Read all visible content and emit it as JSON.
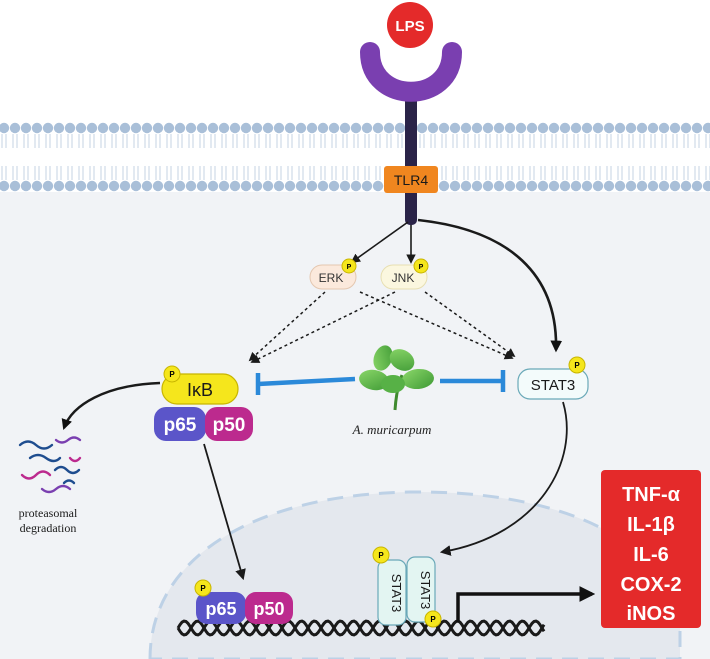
{
  "ligand": {
    "label": "LPS"
  },
  "receptor": {
    "label": "TLR4"
  },
  "kinases": [
    {
      "label": "ERK"
    },
    {
      "label": "JNK"
    }
  ],
  "phospho_label": "P",
  "ikb_complex": {
    "ikb": "IκB",
    "p65": "p65",
    "p50": "p50"
  },
  "nuclear_dimer": {
    "p65": "p65",
    "p50": "p50"
  },
  "stat3": {
    "cytoplasmic": "STAT3",
    "dimer_left": "STAT3",
    "dimer_right": "STAT3"
  },
  "inhibitor": {
    "label": "A. muricarpum"
  },
  "degradation": {
    "line1": "proteasomal",
    "line2": "degradation"
  },
  "cytokines": {
    "items": [
      "TNF-α",
      "IL-1β",
      "IL-6",
      "COX-2",
      "iNOS"
    ]
  },
  "colors": {
    "ligand": "#e42a2a",
    "receptor": "#7a3fb0",
    "tlr4": "#f0861f",
    "membrane": "#a9bfd8",
    "inhibition": "#2b89d9",
    "ikb": "#f5e61c",
    "p65": "#5b55c9",
    "p50": "#bc2a8e",
    "cytokine_box": "#e42a2a"
  }
}
